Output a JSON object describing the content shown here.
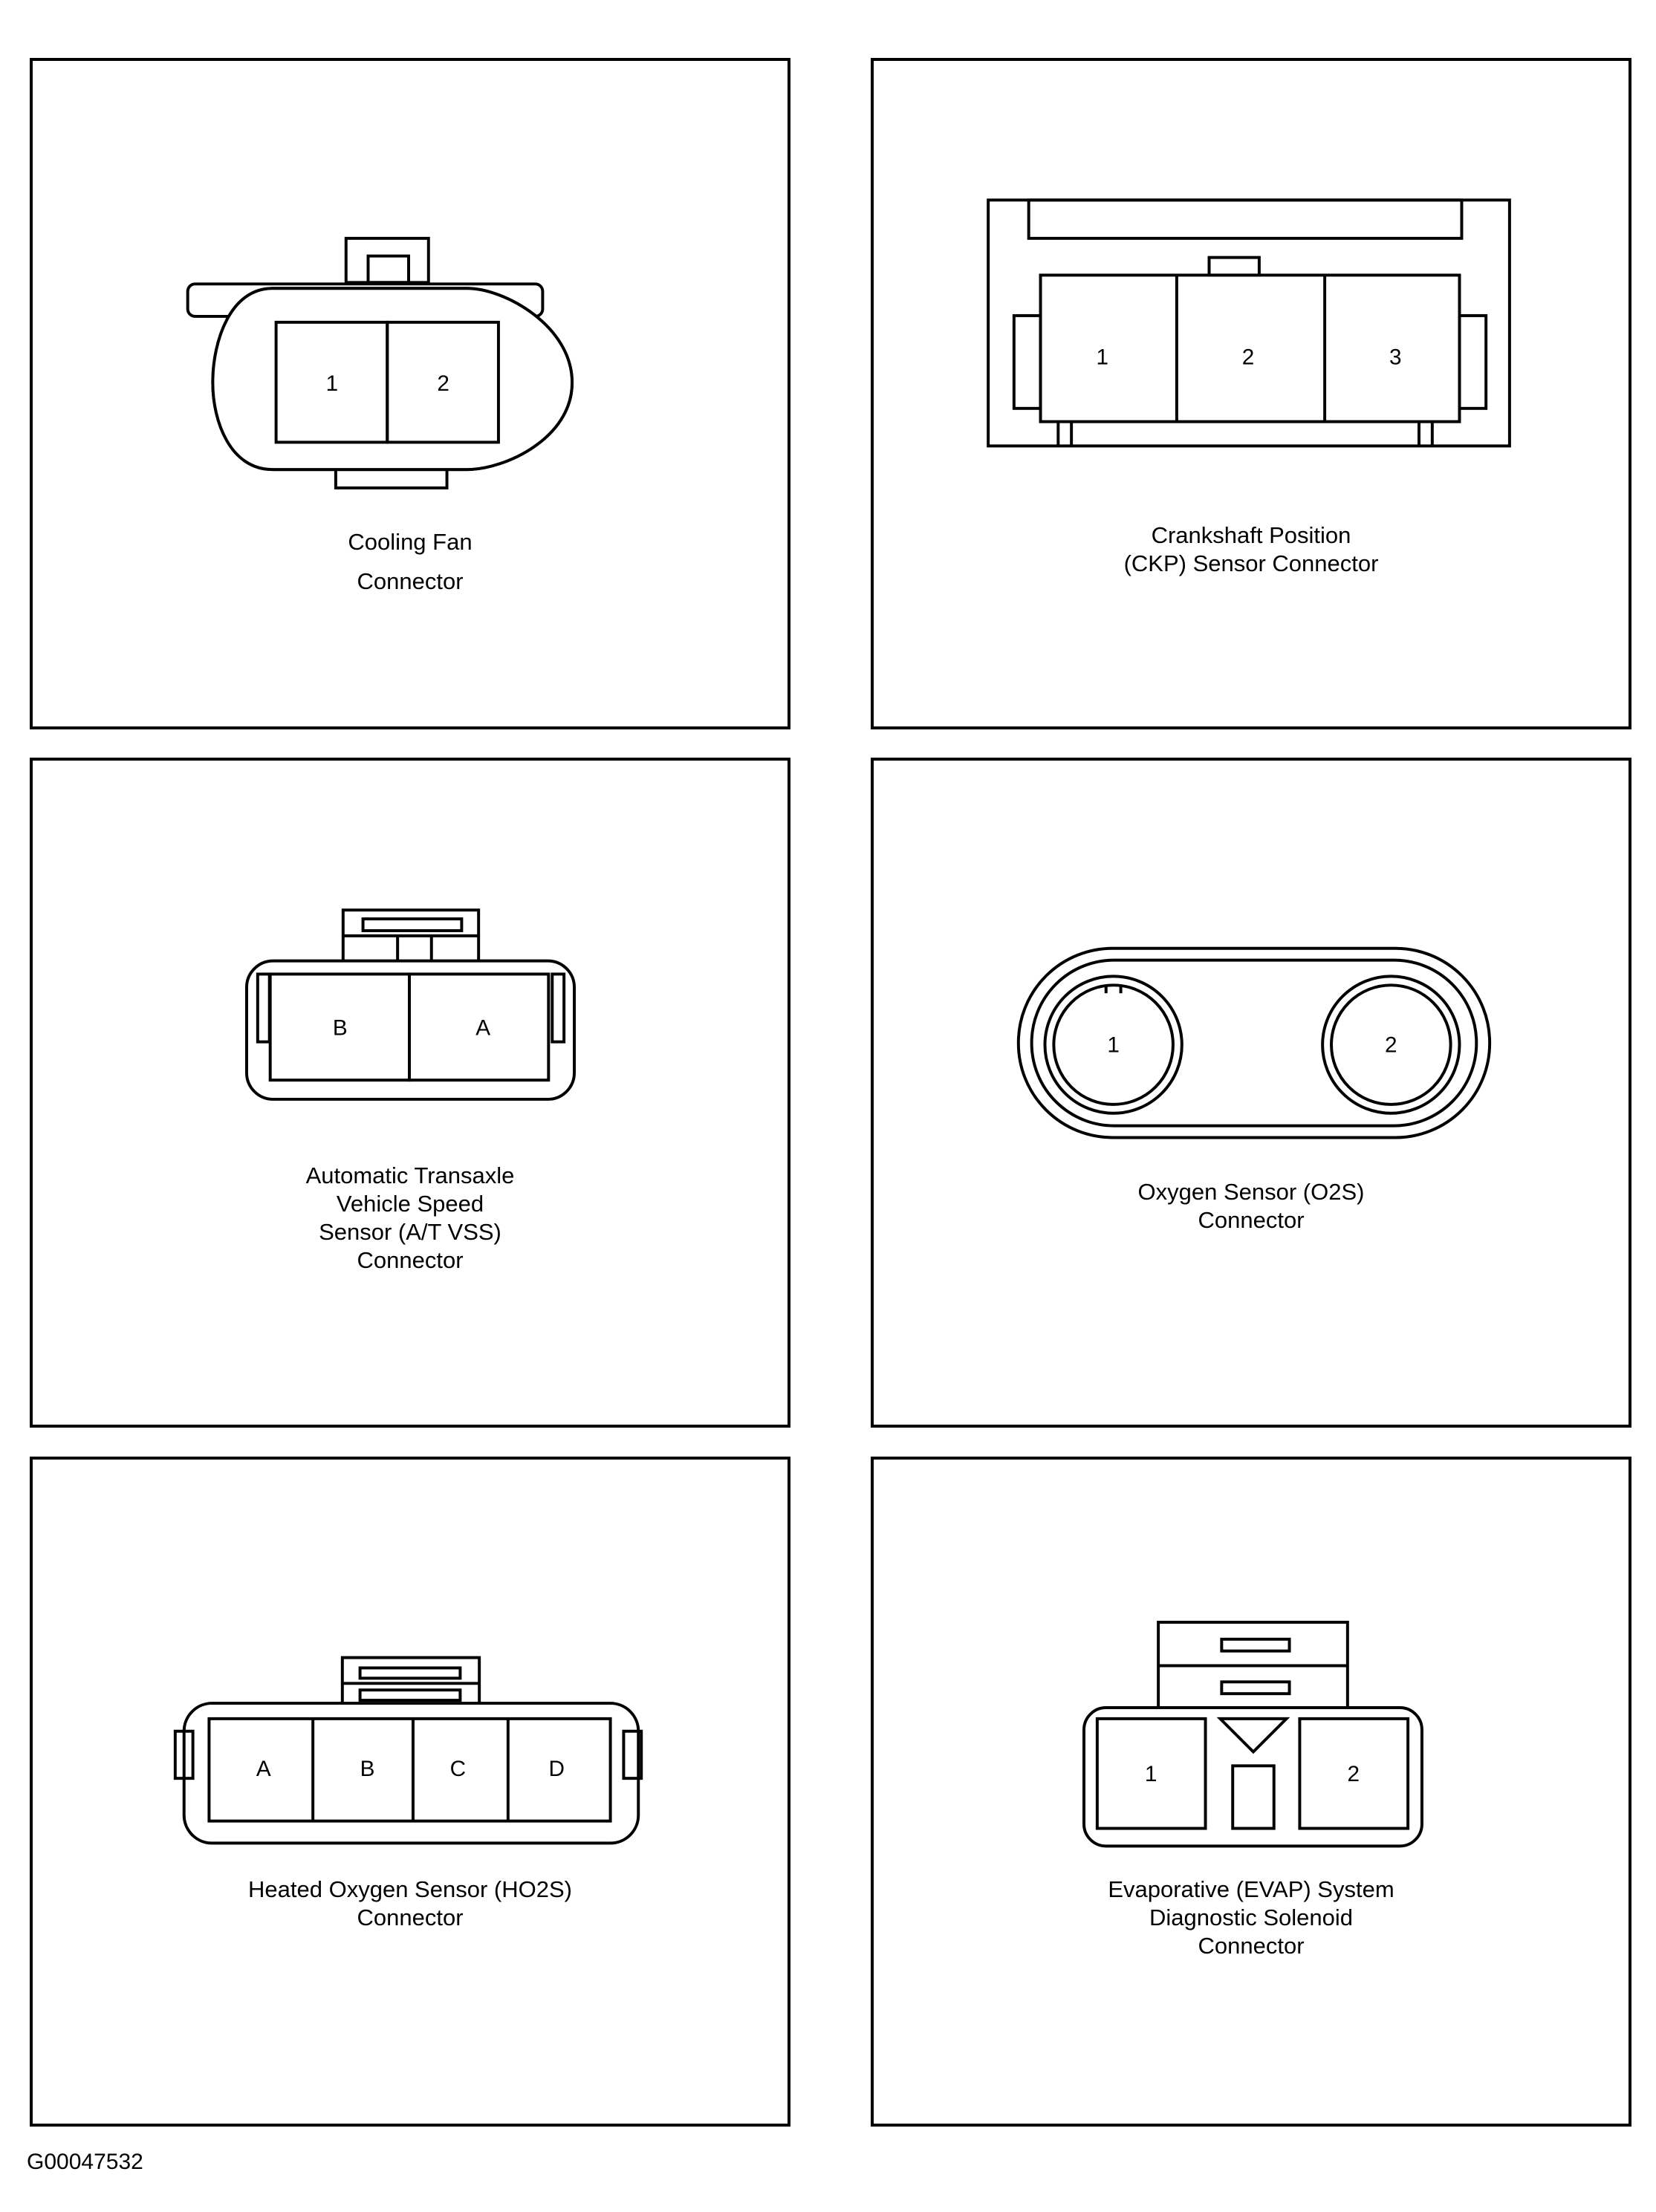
{
  "figure_id": "G00047532",
  "connectors": [
    {
      "key": "cooling_fan",
      "pins": [
        "1",
        "2"
      ],
      "caption": [
        "Cooling Fan",
        "Connector"
      ]
    },
    {
      "key": "ckp",
      "pins": [
        "1",
        "2",
        "3"
      ],
      "caption": [
        "Crankshaft Position",
        "(CKP) Sensor Connector"
      ]
    },
    {
      "key": "at_vss",
      "pins": [
        "B",
        "A"
      ],
      "caption": [
        "Automatic Transaxle",
        "Vehicle Speed",
        "Sensor (A/T VSS)",
        "Connector"
      ]
    },
    {
      "key": "o2s",
      "pins": [
        "1",
        "2"
      ],
      "caption": [
        "Oxygen Sensor  (O2S)",
        "Connector"
      ]
    },
    {
      "key": "ho2s",
      "pins": [
        "A",
        "B",
        "C",
        "D"
      ],
      "caption": [
        "Heated Oxygen Sensor (HO2S)",
        "Connector"
      ]
    },
    {
      "key": "evap",
      "pins": [
        "1",
        "2"
      ],
      "caption": [
        "Evaporative (EVAP) System",
        "Diagnostic Solenoid",
        "Connector"
      ]
    }
  ]
}
